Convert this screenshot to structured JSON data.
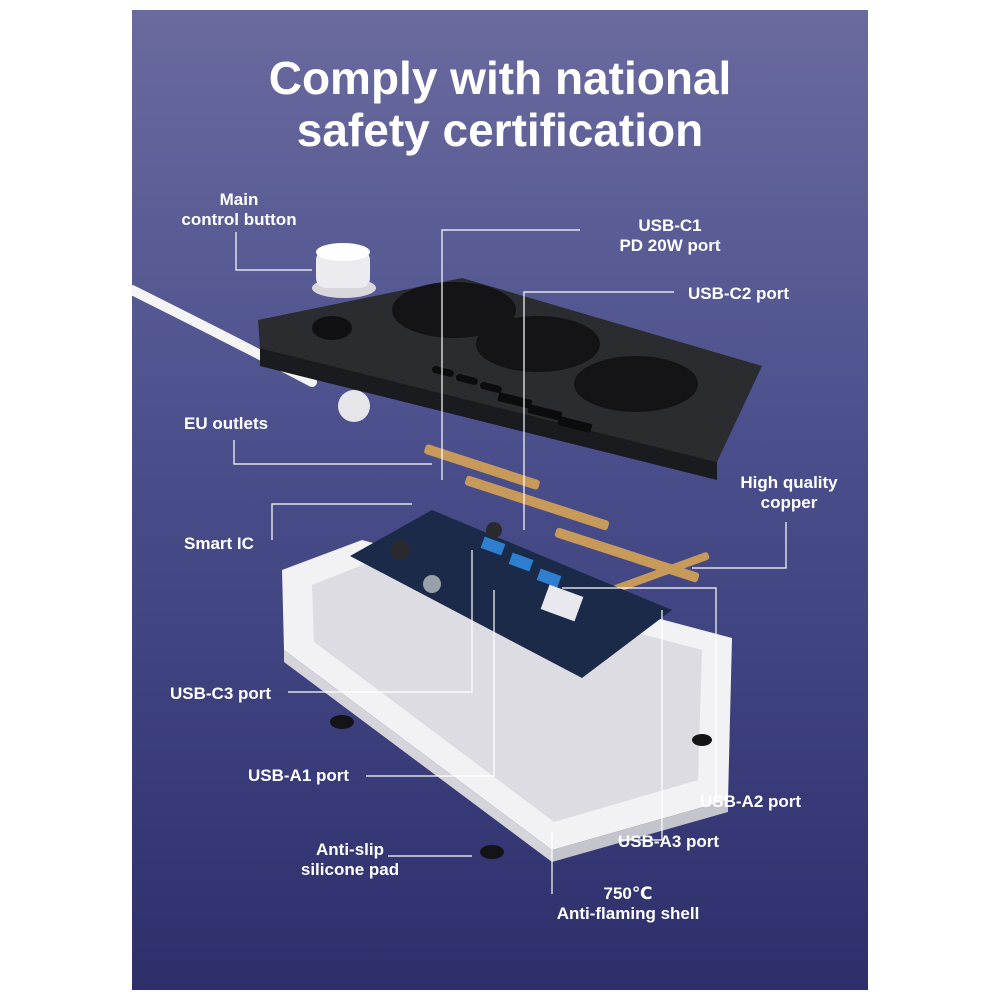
{
  "title": {
    "line1": "Comply with national",
    "line2": "safety certification"
  },
  "labels": {
    "main_control_button": [
      "Main",
      "control button"
    ],
    "usb_c1": [
      "USB-C1",
      "PD 20W port"
    ],
    "usb_c2": "USB-C2 port",
    "eu_outlets": "EU outlets",
    "high_quality_copper": [
      "High quality",
      "copper"
    ],
    "smart_ic": "Smart IC",
    "usb_c3": "USB-C3 port",
    "usb_a1": "USB-A1 port",
    "usb_a2": "USB-A2 port",
    "usb_a3": "USB-A3 port",
    "anti_slip": [
      "Anti-slip",
      "silicone pad"
    ],
    "shell": [
      "750℃",
      "Anti-flaming shell"
    ]
  },
  "colors": {
    "background_top": "#6a6a9e",
    "background_bottom": "#2d2f6b",
    "text": "#ffffff",
    "top_cover": "#2b2c30",
    "base_shell": "#f2f2f4",
    "copper": "#c89a5a",
    "pcb": "#1c2a4a",
    "usb_port": "#2f7fd0"
  }
}
